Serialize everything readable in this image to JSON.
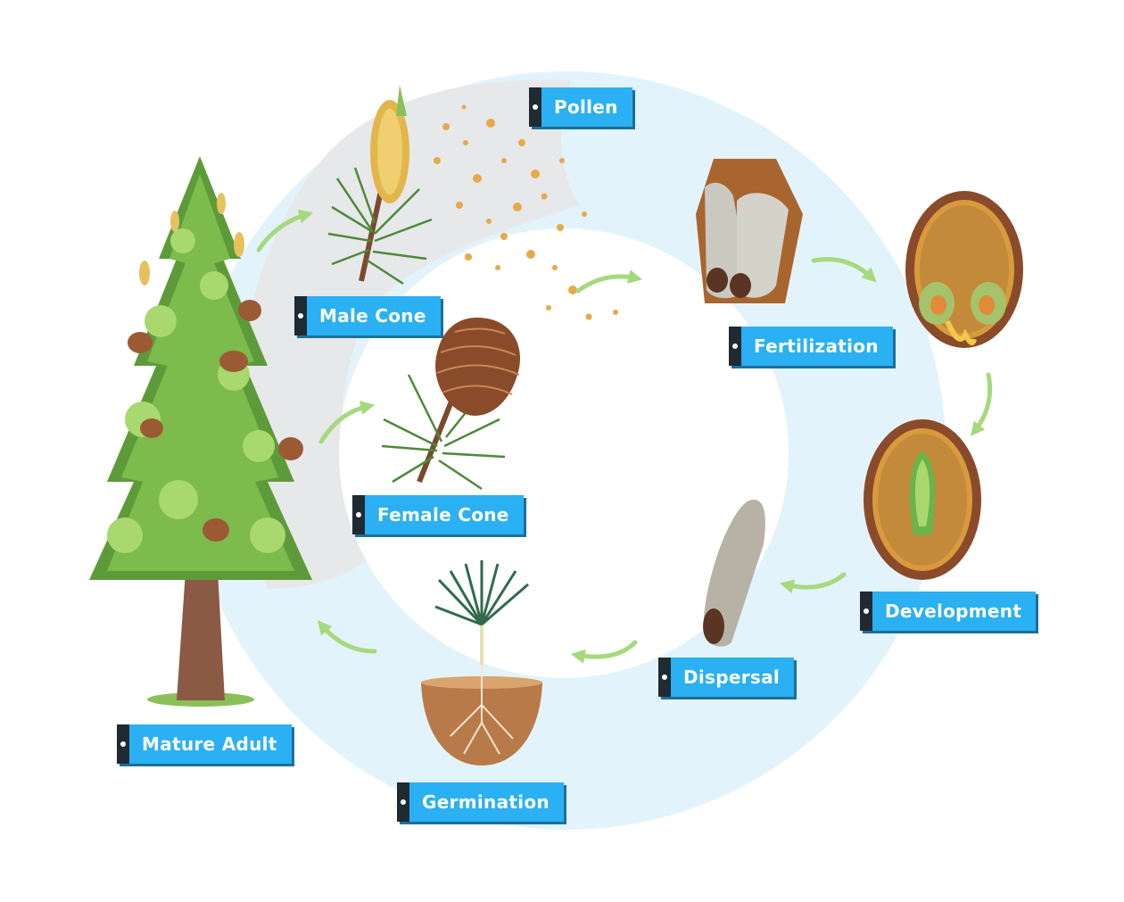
{
  "stages": {
    "pollen": "Pollen",
    "male_cone": "Male Cone",
    "female_cone": "Female Cone",
    "fertilization": "Fertilization",
    "development": "Development",
    "dispersal": "Dispersal",
    "germination": "Germination",
    "mature_adult": "Mature Adult"
  },
  "colors": {
    "label_bg": "#2ab0f3",
    "label_cap": "#1f2a33",
    "arrow": "#a6d97d",
    "ring_light": "#e3f3fb",
    "ring_gray": "#e7e8ea",
    "pollen": "#e8a94a"
  }
}
